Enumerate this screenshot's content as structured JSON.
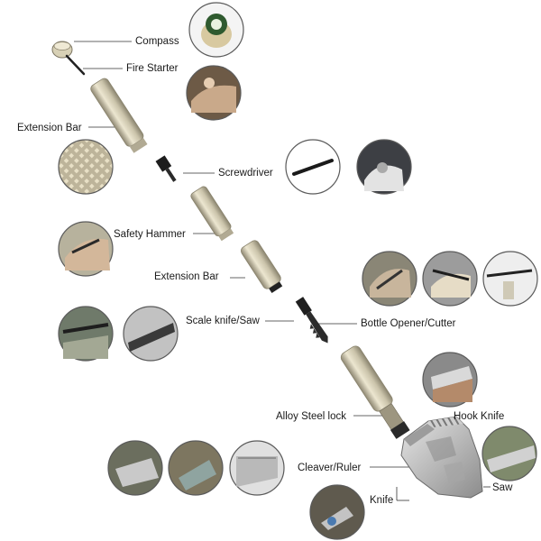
{
  "labels": {
    "compass": "Compass",
    "fire_starter": "Fire Starter",
    "extension_bar_1": "Extension Bar",
    "screwdriver": "Screwdriver",
    "safety_hammer": "Safety Hammer",
    "extension_bar_2": "Extension Bar",
    "scale_knife_saw": "Scale knife/Saw",
    "bottle_opener_cutter": "Bottle Opener/Cutter",
    "alloy_steel_lock": "Alloy Steel lock",
    "hook_knife": "Hook Knife",
    "cleaver_ruler": "Cleaver/Ruler",
    "saw": "Saw",
    "knife": "Knife"
  },
  "colors": {
    "tube_light": "#e2dcc6",
    "tube_dark": "#9a937c",
    "blade": "#c9c9c9",
    "blade_dark": "#6d6d6d",
    "leader_line": "#333333",
    "photo_ring": "#5a5a5a"
  }
}
